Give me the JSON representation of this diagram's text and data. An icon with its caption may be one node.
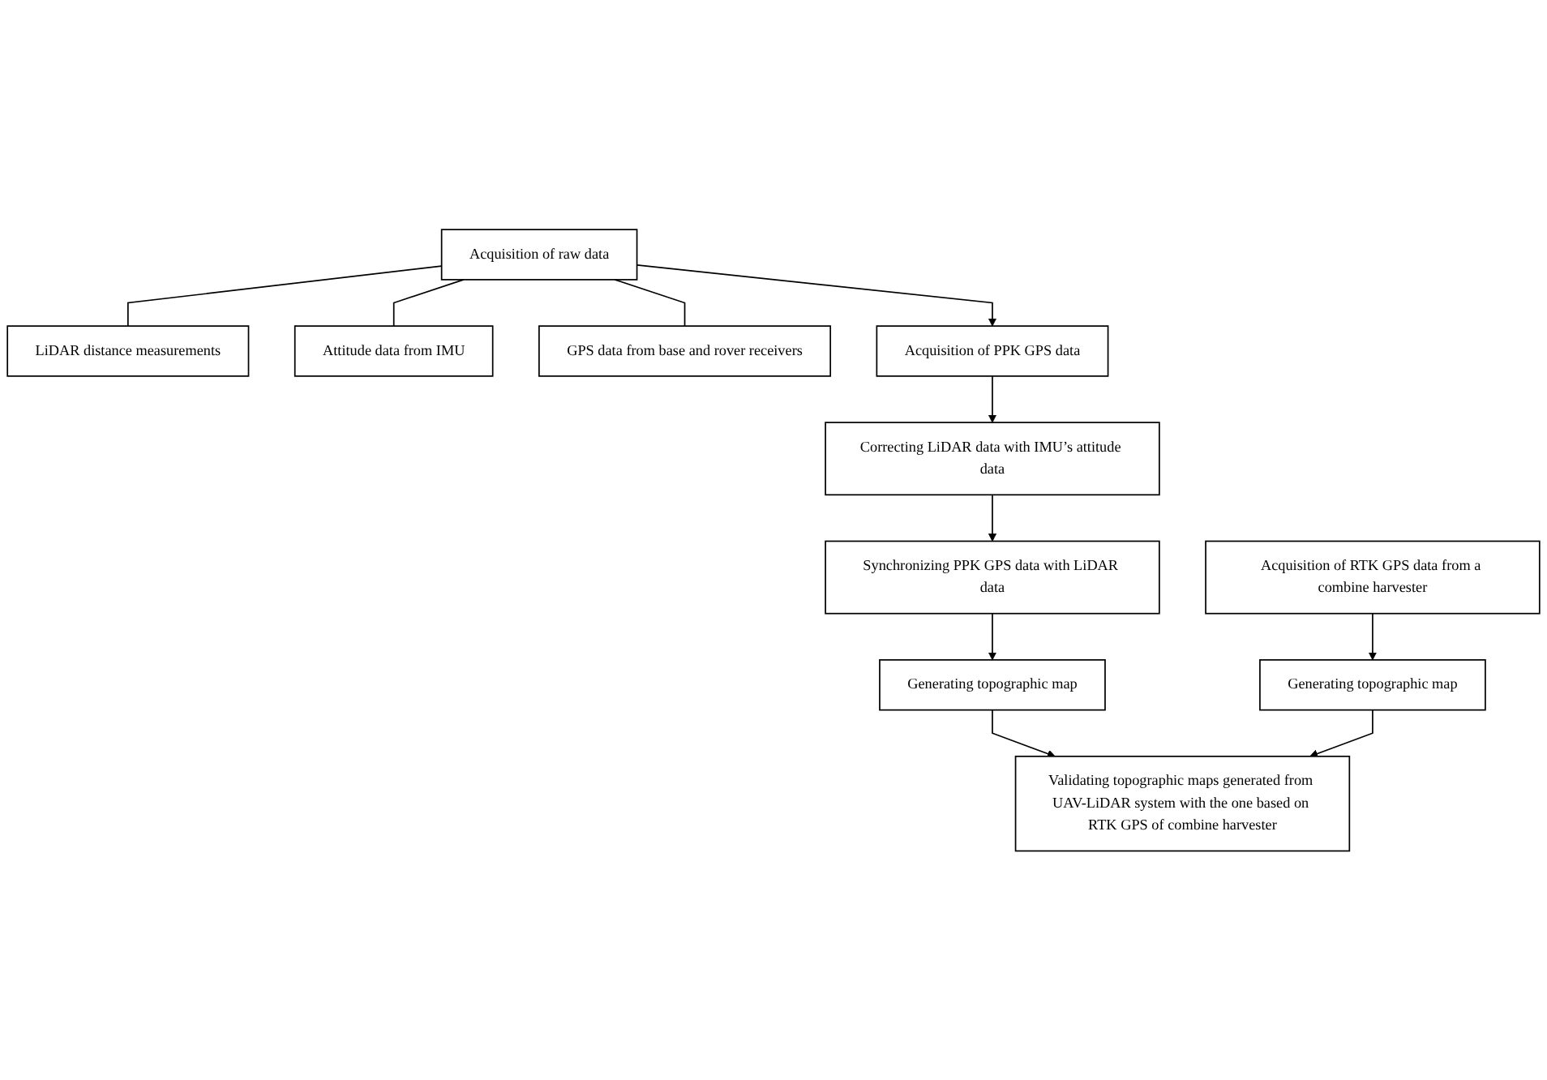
{
  "diagram": {
    "nodes": [
      {
        "text": [
          "Acquisition of raw data"
        ]
      },
      {
        "text": [
          "LiDAR distance measurements"
        ]
      },
      {
        "text": [
          "Attitude data from IMU"
        ]
      },
      {
        "text": [
          "GPS data from base and rover receivers"
        ]
      },
      {
        "text": [
          "Acquisition of PPK GPS data"
        ]
      },
      {
        "text": [
          "Correcting LiDAR data with IMU’s attitude data"
        ]
      },
      {
        "text": [
          "Synchronizing PPK GPS data with LiDAR data"
        ]
      },
      {
        "text": [
          "Acquisition of RTK GPS data from a combine harvester"
        ]
      },
      {
        "text": [
          "Generating topographic map"
        ]
      },
      {
        "text": [
          "Generating topographic map"
        ]
      },
      {
        "text": [
          "Validating topographic maps generated from UAV-LiDAR system with the one based on RTK GPS of combine harvester"
        ]
      }
    ],
    "edges": [
      {
        "from": 0,
        "to": 1,
        "arrow": "none"
      },
      {
        "from": 0,
        "to": 2,
        "arrow": "none"
      },
      {
        "from": 0,
        "to": 3,
        "arrow": "none"
      },
      {
        "from": 0,
        "to": 4,
        "arrow": "to"
      },
      {
        "from": 4,
        "to": 5,
        "arrow": "to"
      },
      {
        "from": 5,
        "to": 6,
        "arrow": "to"
      },
      {
        "from": 6,
        "to": 8,
        "arrow": "to"
      },
      {
        "from": 7,
        "to": 9,
        "arrow": "to"
      },
      {
        "from": 8,
        "to": 10,
        "arrow": "to"
      },
      {
        "from": 9,
        "to": 10,
        "arrow": "to"
      }
    ]
  }
}
